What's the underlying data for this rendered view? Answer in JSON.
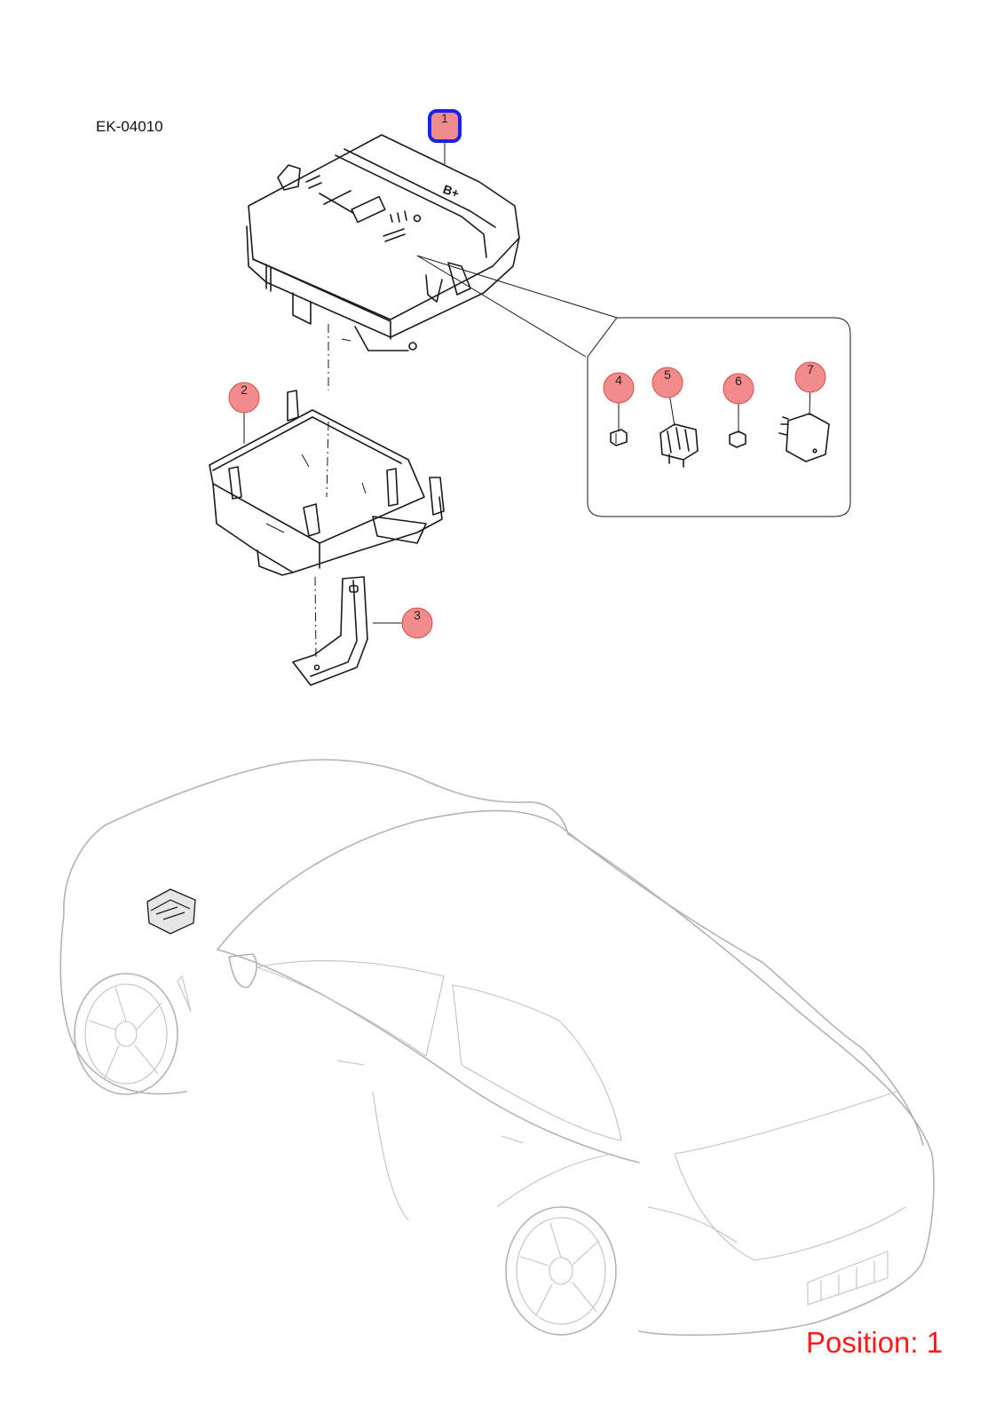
{
  "drawing_code": "EK-04010",
  "position_label": "Position: 1",
  "cover_marking": "B+",
  "colors": {
    "callout_fill": "#f28b8b",
    "callout_stroke": "#d94c4c",
    "selected_stroke": "#1a22e6",
    "position_text": "#ff1a1a",
    "car_outline": "#b3b3b3"
  },
  "callouts": [
    {
      "number": "1",
      "selected": true
    },
    {
      "number": "2",
      "selected": false
    },
    {
      "number": "3",
      "selected": false
    },
    {
      "number": "4",
      "selected": false
    },
    {
      "number": "5",
      "selected": false
    },
    {
      "number": "6",
      "selected": false
    },
    {
      "number": "7",
      "selected": false
    }
  ]
}
